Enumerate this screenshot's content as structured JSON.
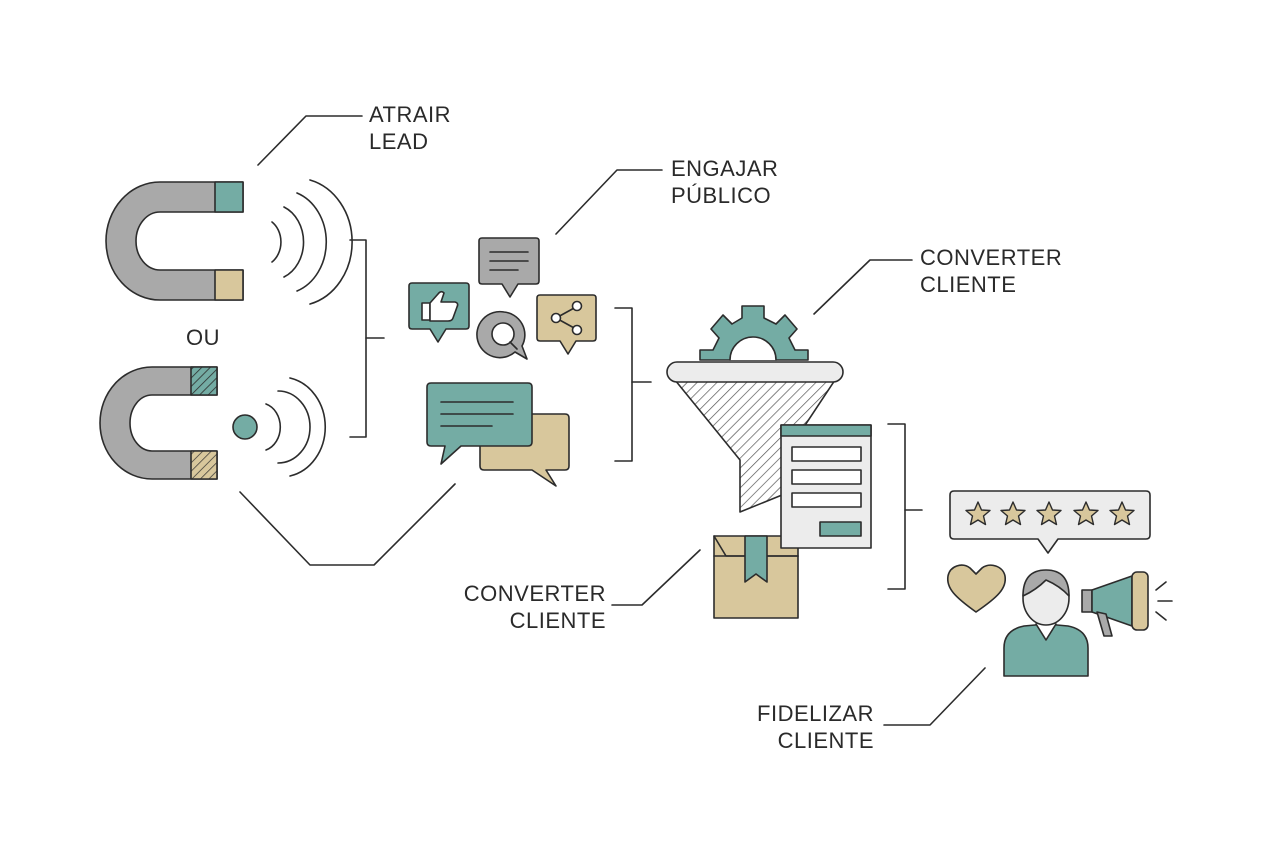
{
  "labels": {
    "atrair": {
      "line1": "ATRAIR",
      "line2": "LEAD"
    },
    "ou": "OU",
    "engajar": {
      "line1": "ENGAJAR",
      "line2": "PÚBLICO"
    },
    "converter_top": {
      "line1": "CONVERTER",
      "line2": "CLIENTE"
    },
    "converter_bottom": {
      "line1": "CONVERTER",
      "line2": "CLIENTE"
    },
    "fidelizar": {
      "line1": "FIDELIZAR",
      "line2": "CLIENTE"
    }
  },
  "colors": {
    "teal": "#74aca4",
    "gray": "#a9a9a9",
    "tan": "#d8c79c",
    "light": "#ececec",
    "stroke": "#2c2c2c"
  }
}
